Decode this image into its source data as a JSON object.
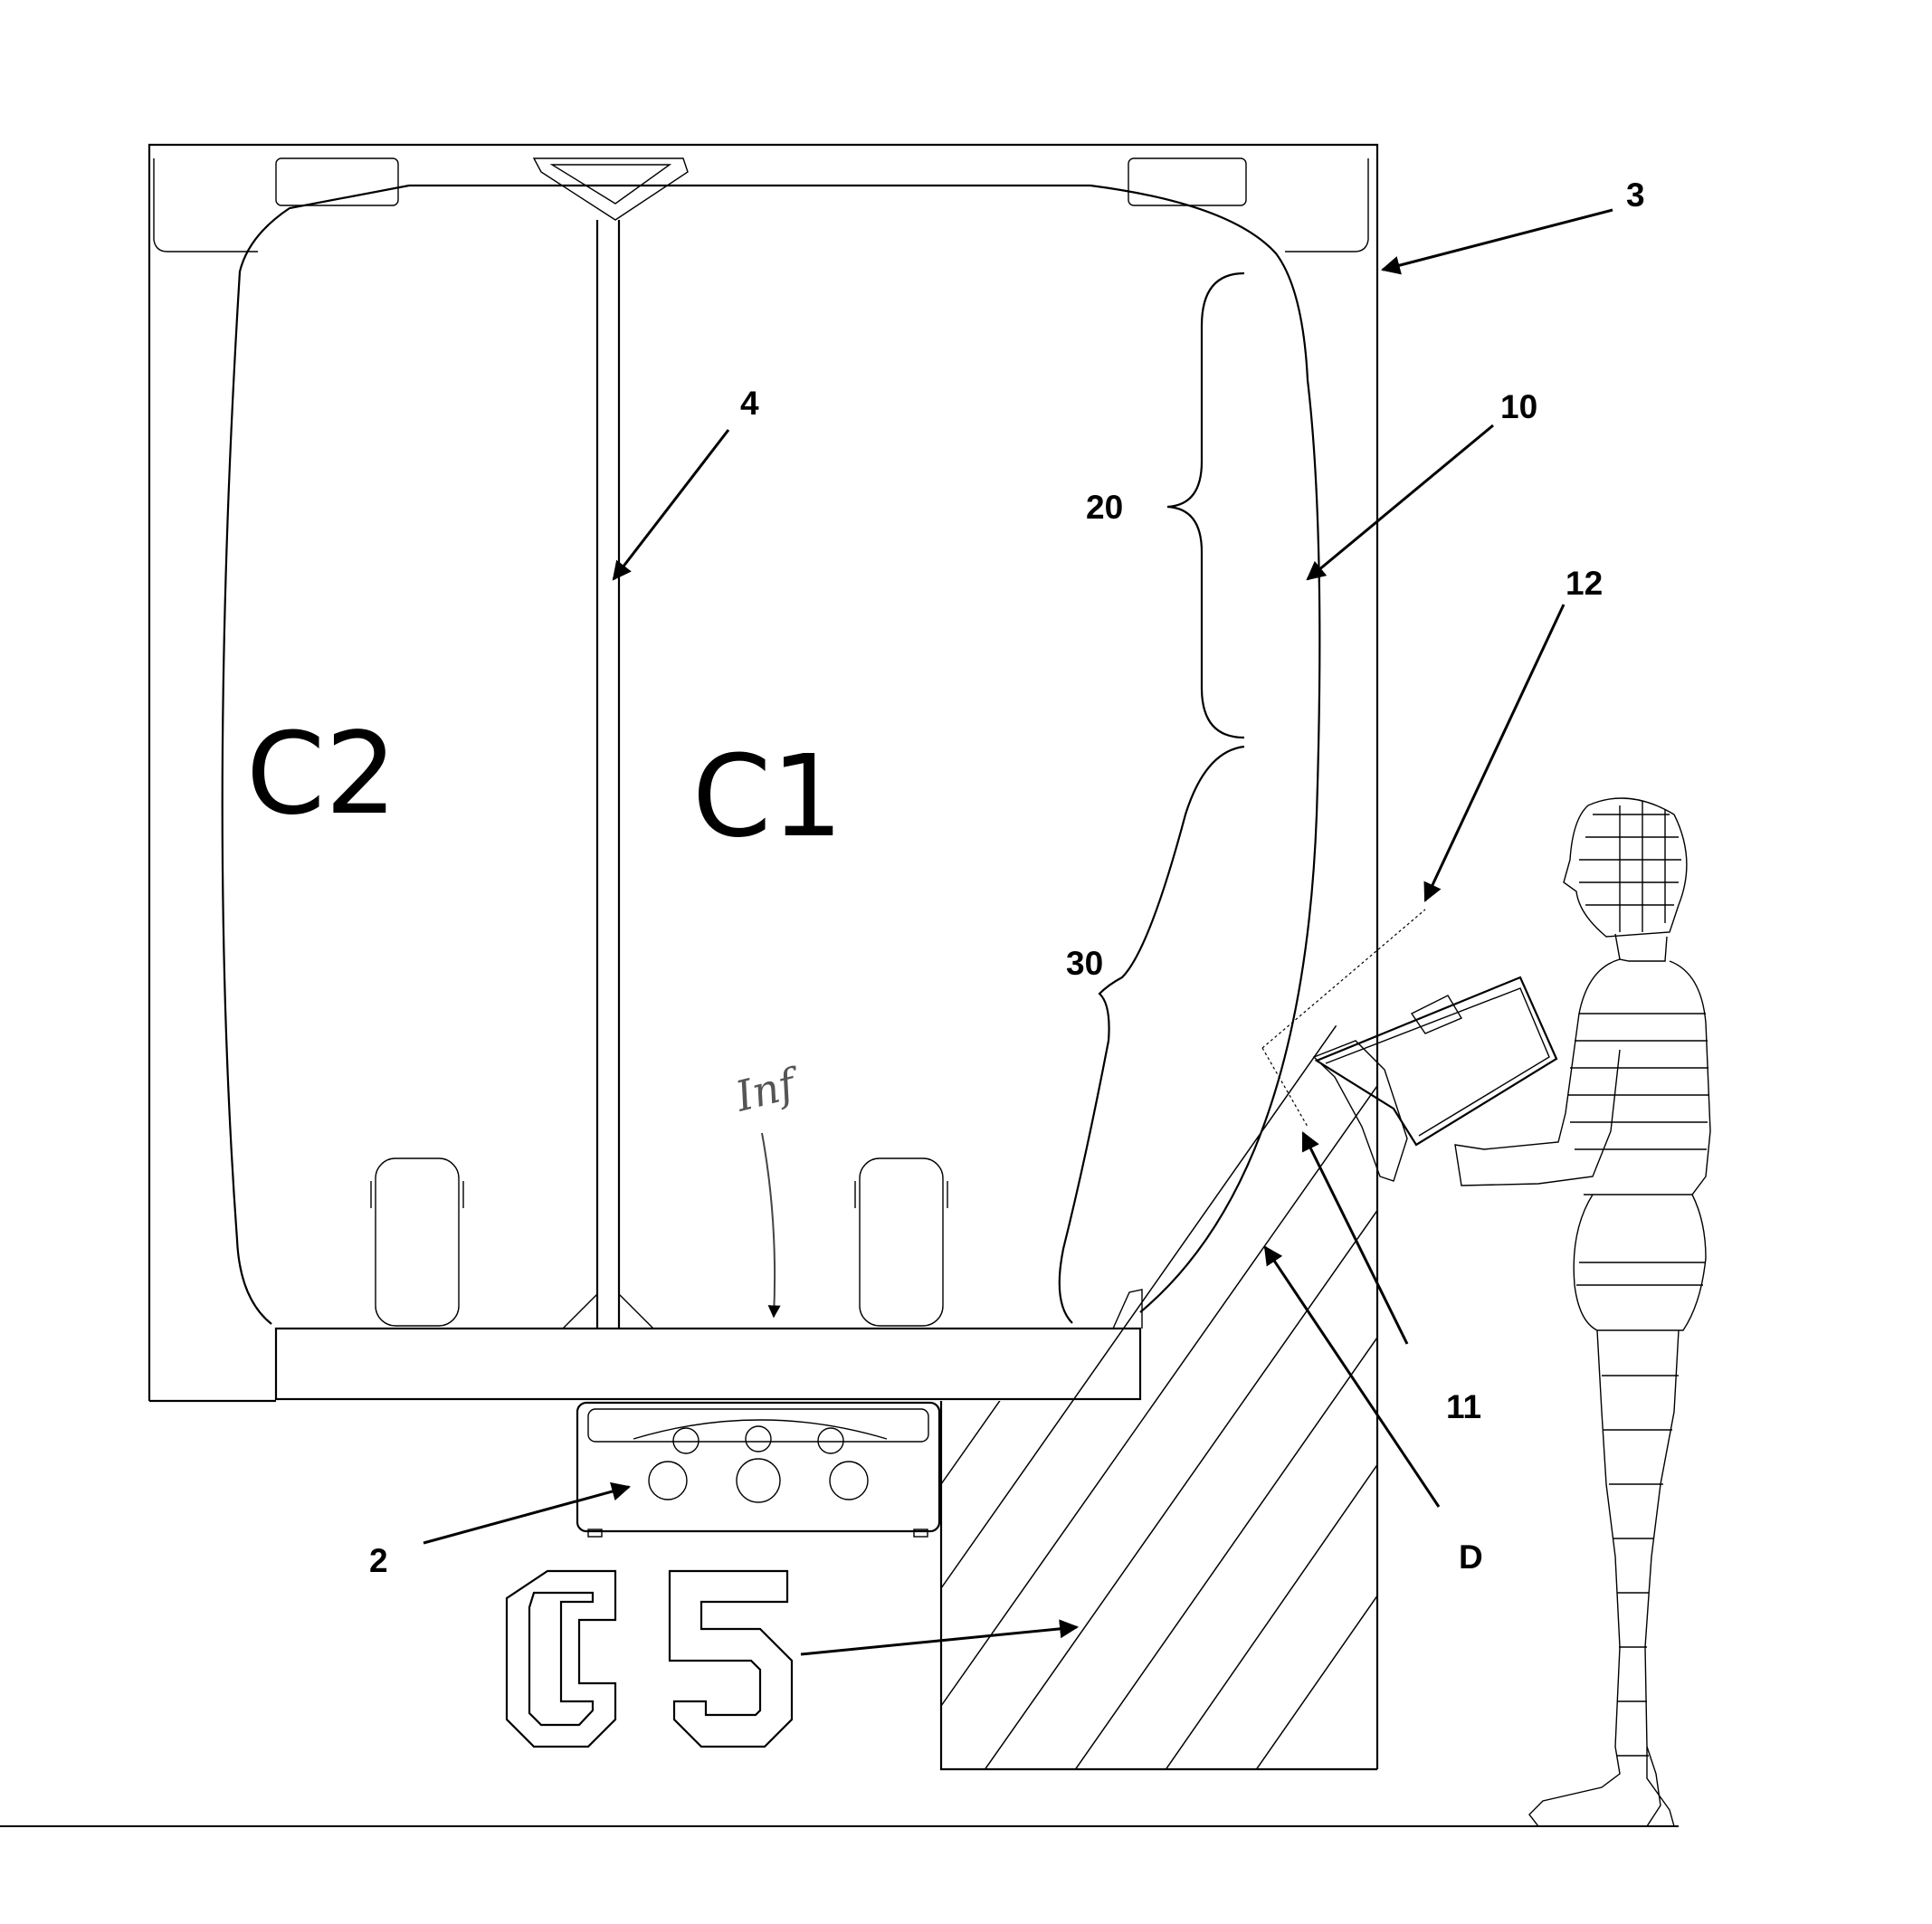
{
  "labels": {
    "ref_3": "3",
    "ref_4": "4",
    "ref_10": "10",
    "ref_12": "12",
    "ref_20": "20",
    "ref_30": "30",
    "ref_11": "11",
    "ref_D": "D",
    "ref_2": "2",
    "region_C1": "C1",
    "region_C2": "C2",
    "region_C5": "C5",
    "handwritten_inf": "Inf"
  }
}
